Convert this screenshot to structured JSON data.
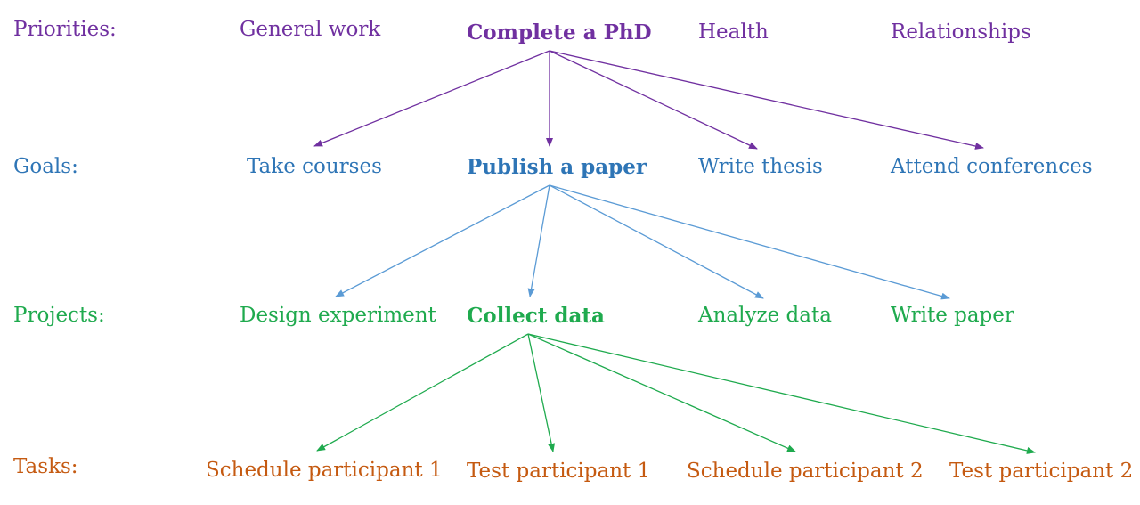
{
  "colors": {
    "priorities": "#7030A0",
    "goals": "#2E75B6",
    "projects": "#1FAA4E",
    "tasks": "#C55A11",
    "arrow_priorities": "#7030A0",
    "arrow_goals": "#5B9BD5",
    "arrow_projects": "#1FAA4E"
  },
  "levels": {
    "priorities": {
      "label": "Priorities:",
      "items": [
        "General work",
        "Complete a PhD",
        "Health",
        "Relationships"
      ]
    },
    "goals": {
      "label": "Goals:",
      "items": [
        "Take courses",
        "Publish a paper",
        "Write thesis",
        "Attend conferences"
      ]
    },
    "projects": {
      "label": "Projects:",
      "items": [
        "Design experiment",
        "Collect data",
        "Analyze data",
        "Write paper"
      ]
    },
    "tasks": {
      "label": "Tasks:",
      "items": [
        "Schedule participant 1",
        "Test participant 1",
        "Schedule participant 2",
        "Test participant 2"
      ]
    }
  },
  "edges": [
    {
      "from": "Complete a PhD",
      "to": [
        "Take courses",
        "Publish a paper",
        "Write thesis",
        "Attend conferences"
      ]
    },
    {
      "from": "Publish a paper",
      "to": [
        "Design experiment",
        "Collect data",
        "Analyze data",
        "Write paper"
      ]
    },
    {
      "from": "Collect data",
      "to": [
        "Schedule participant 1",
        "Test participant 1",
        "Schedule participant 2",
        "Test participant 2"
      ]
    }
  ]
}
